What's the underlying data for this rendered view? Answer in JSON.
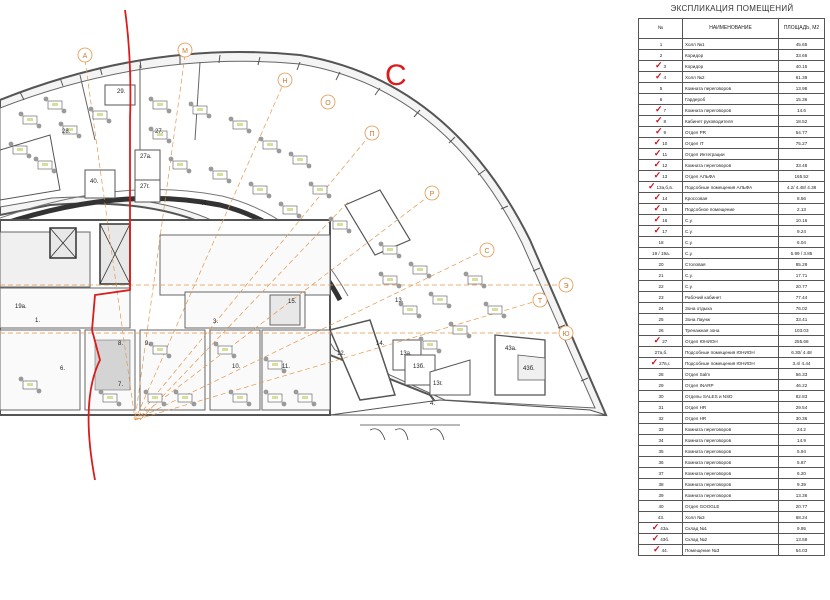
{
  "plan": {
    "section_letter": "С",
    "axis_labels": [
      "А",
      "М",
      "Н",
      "О",
      "П",
      "Р",
      "С",
      "Т",
      "Ю",
      "Э"
    ],
    "room_labels": [
      "28.",
      "27.",
      "29.",
      "27а.",
      "27г.",
      "40.",
      "44.",
      "13.",
      "14.",
      "13а.",
      "13б.",
      "13г.",
      "43а.",
      "43б.",
      "4.",
      "1.",
      "3.",
      "8.",
      "9.",
      "7.",
      "6.",
      "10.",
      "11.",
      "12.",
      "15.",
      "19а."
    ]
  },
  "legend": {
    "title": "ЭКСПЛИКАЦИЯ ПОМЕЩЕНИЙ",
    "headers": {
      "num": "№",
      "name": "НАИМЕНОВАНИЕ",
      "area": "ПЛОЩАДЬ, М2"
    },
    "rows": [
      {
        "num": "1",
        "name": "Холл №1",
        "area": "45.65",
        "check": ""
      },
      {
        "num": "2",
        "name": "Коридор",
        "area": "33.66",
        "check": ""
      },
      {
        "num": "3",
        "name": "Коридор",
        "area": "40.15",
        "check": "✓"
      },
      {
        "num": "4",
        "name": "Холл №2",
        "area": "61.39",
        "check": "✓"
      },
      {
        "num": "5",
        "name": "Комната переговоров",
        "area": "13.98",
        "check": ""
      },
      {
        "num": "6",
        "name": "Гардероб",
        "area": "15.36",
        "check": ""
      },
      {
        "num": "7",
        "name": "Комната переговоров",
        "area": "14.6",
        "check": "✓"
      },
      {
        "num": "8",
        "name": "Кабинет руководителя",
        "area": "18.52",
        "check": "✓"
      },
      {
        "num": "9",
        "name": "Отдел PR",
        "area": "54.77",
        "check": "✓"
      },
      {
        "num": "10",
        "name": "Отдел IT",
        "area": "75.27",
        "check": "✓"
      },
      {
        "num": "11",
        "name": "Отдел Интеграции",
        "area": "",
        "check": "✓"
      },
      {
        "num": "12",
        "name": "Комната переговоров",
        "area": "33.48",
        "check": "✓"
      },
      {
        "num": "13",
        "name": "Отдел АЛЬФА",
        "area": "165.52",
        "check": "✓"
      },
      {
        "num": "13а,б,в.",
        "name": "Подсобные помещения АЛЬФА",
        "area": "4.2/ 4.48/ 4.38",
        "check": "✓"
      },
      {
        "num": "14",
        "name": "Кроссовая",
        "area": "8.56",
        "check": "✓"
      },
      {
        "num": "15",
        "name": "Подсобное помещение",
        "area": "2.13",
        "check": "✓"
      },
      {
        "num": "16",
        "name": "С.у.",
        "area": "10.16",
        "check": "✓"
      },
      {
        "num": "17",
        "name": "С.у.",
        "area": "9.24",
        "check": "✓"
      },
      {
        "num": "18",
        "name": "С.у.",
        "area": "6.04",
        "check": ""
      },
      {
        "num": "19 / 19а.",
        "name": "С.у.",
        "area": "6.99 / 3.85",
        "check": ""
      },
      {
        "num": "20",
        "name": "Столовая",
        "area": "85.29",
        "check": ""
      },
      {
        "num": "21",
        "name": "С.у.",
        "area": "17.71",
        "check": ""
      },
      {
        "num": "22",
        "name": "С.у.",
        "area": "20.77",
        "check": ""
      },
      {
        "num": "23",
        "name": "Рабочий кабинет",
        "area": "77.44",
        "check": ""
      },
      {
        "num": "24",
        "name": "Зона отдыха",
        "area": "76.02",
        "check": ""
      },
      {
        "num": "25",
        "name": "Зона Лаунж",
        "area": "33.41",
        "check": ""
      },
      {
        "num": "26",
        "name": "Тренажная зона",
        "area": "103.03",
        "check": ""
      },
      {
        "num": "27",
        "name": "Отдел ЮНИОН",
        "area": "255.68",
        "check": "✓"
      },
      {
        "num": "27а,б.",
        "name": "Подсобные помещения ЮНИОН",
        "area": "6.30/ 4.48",
        "check": ""
      },
      {
        "num": "27в,г.",
        "name": "Подсобные помещения ЮНИОН",
        "area": "3.4/ 4.44",
        "check": "✓"
      },
      {
        "num": "28",
        "name": "Отдел Salm",
        "area": "56.33",
        "check": ""
      },
      {
        "num": "29",
        "name": "Отдел INARP",
        "area": "46.22",
        "check": ""
      },
      {
        "num": "30",
        "name": "Отделы SALES и NSD",
        "area": "82.83",
        "check": ""
      },
      {
        "num": "31",
        "name": "Отдел HR",
        "area": "29.54",
        "check": ""
      },
      {
        "num": "32",
        "name": "Отдел HR",
        "area": "30.36",
        "check": ""
      },
      {
        "num": "33",
        "name": "Комната переговоров",
        "area": "24.2",
        "check": ""
      },
      {
        "num": "34",
        "name": "Комната переговоров",
        "area": "14.9",
        "check": ""
      },
      {
        "num": "35",
        "name": "Комната переговоров",
        "area": "5.94",
        "check": ""
      },
      {
        "num": "36",
        "name": "Комната переговоров",
        "area": "5.87",
        "check": ""
      },
      {
        "num": "37",
        "name": "Комната переговоров",
        "area": "6.20",
        "check": ""
      },
      {
        "num": "38",
        "name": "Комната переговоров",
        "area": "9.39",
        "check": ""
      },
      {
        "num": "39",
        "name": "Комната переговоров",
        "area": "13.36",
        "check": ""
      },
      {
        "num": "40",
        "name": "Отдел GOOGLE",
        "area": "20.77",
        "check": ""
      },
      {
        "num": "43.",
        "name": "Холл №3",
        "area": "68.24",
        "check": ""
      },
      {
        "num": "43а.",
        "name": "Склад №1",
        "area": "9.95",
        "check": "✓"
      },
      {
        "num": "43б.",
        "name": "Склад №2",
        "area": "13.58",
        "check": "✓"
      },
      {
        "num": "44.",
        "name": "Помещение №3",
        "area": "54.03",
        "check": "✓"
      }
    ]
  }
}
